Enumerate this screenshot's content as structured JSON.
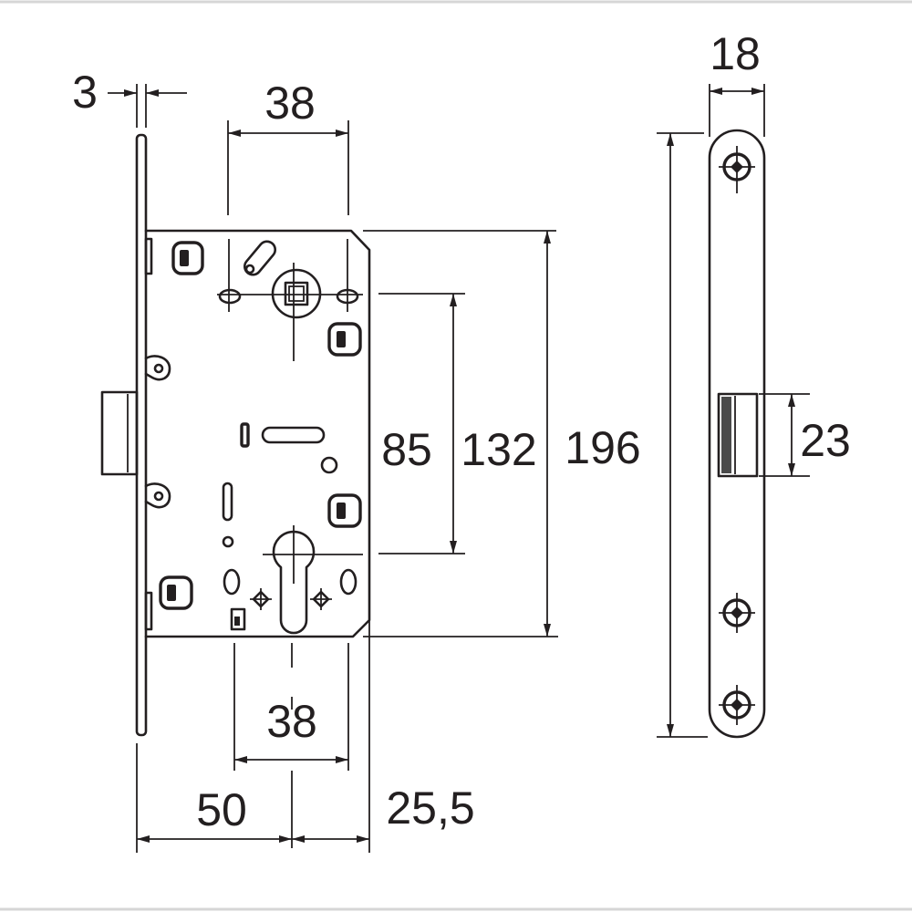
{
  "dimensions": {
    "faceplate_thickness": "3",
    "top_spacing": "38",
    "faceplate_width": "18",
    "handle_to_cylinder": "85",
    "inner_height": "132",
    "body_height": "196",
    "latch_height": "23",
    "bottom_spacing": "38",
    "backset": "50",
    "body_remainder": "25,5"
  },
  "colors": {
    "line": "#231f20",
    "background": "#ffffff",
    "frame": "#d6d6d6",
    "shade": "#4a4a4a"
  }
}
